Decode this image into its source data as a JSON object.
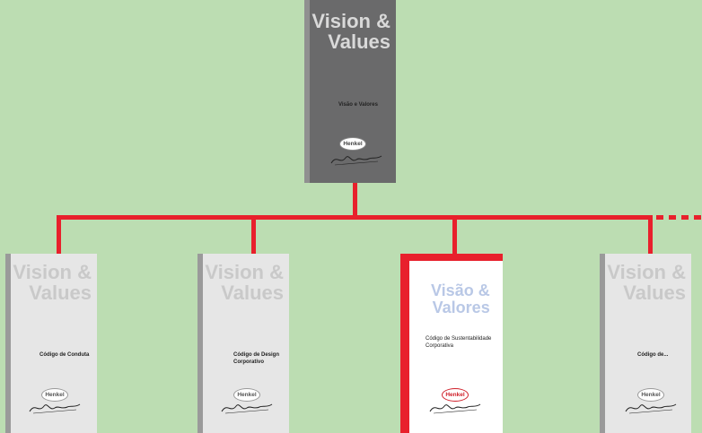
{
  "books": {
    "top": {
      "title1": "Vision &",
      "title2": "Values",
      "subtitle": "Visão e Valores",
      "logo": "Henkel"
    },
    "b1": {
      "title1": "Vision &",
      "title2": "Values",
      "subtitle": "Código de Conduta",
      "logo": "Henkel"
    },
    "b2": {
      "title1": "Vision &",
      "title2": "Values",
      "subtitle": "Código de Design Corporativo",
      "logo": "Henkel"
    },
    "b3": {
      "title1": "Visão &",
      "title2": "Valores",
      "subtitle": "Código de Sustentabilidade Corporativa",
      "logo": "Henkel"
    },
    "b4": {
      "title1": "Vision &",
      "title2": "Values",
      "subtitle": "Código de...",
      "logo": "Henkel"
    }
  },
  "colors": {
    "background": "#bcddb2",
    "connector": "#e8202c",
    "dark_cover": "#6a6a6b",
    "grey_cover": "#e6e6e6"
  }
}
